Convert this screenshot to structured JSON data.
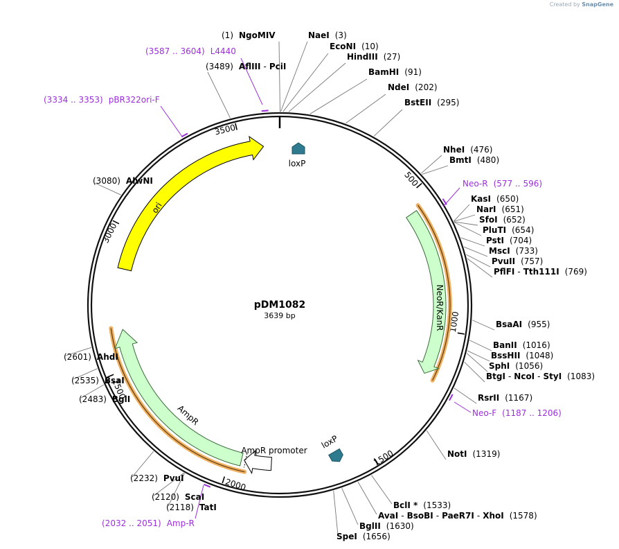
{
  "credit": {
    "created_by": "Created by",
    "brand": "SnapGene"
  },
  "plasmid": {
    "name": "pDM1082",
    "length_bp": 3639,
    "size_label": "3639 bp"
  },
  "colors": {
    "ori": "#ffff00",
    "neo": "#ccffcc",
    "loxp": "#2e7b8f",
    "primer": "#9b30d9",
    "highlight": "#f0b060"
  },
  "ticks": [
    "500",
    "1000",
    "1500",
    "2000",
    "2500",
    "3000",
    "3500"
  ],
  "features": [
    {
      "name": "ori",
      "label": "ori",
      "type": "origin"
    },
    {
      "name": "neo",
      "label": "NeoR/KanR",
      "type": "cds"
    },
    {
      "name": "amp",
      "label": "AmpR",
      "type": "cds"
    },
    {
      "name": "amp-promoter",
      "label": "AmpR promoter",
      "type": "promoter"
    },
    {
      "name": "loxp-1",
      "label": "loxP",
      "type": "protein_bind"
    },
    {
      "name": "loxp-2",
      "label": "loxP",
      "type": "protein_bind"
    }
  ],
  "sites": [
    {
      "pos": "(1)",
      "parts": [
        "NgoMIV"
      ]
    },
    {
      "pos": "(3)",
      "parts": [
        "NaeI"
      ]
    },
    {
      "pos": "(10)",
      "parts": [
        "EcoNI"
      ]
    },
    {
      "pos": "(27)",
      "parts": [
        "HindIII"
      ]
    },
    {
      "pos": "(91)",
      "parts": [
        "BamHI"
      ]
    },
    {
      "pos": "(202)",
      "parts": [
        "NdeI"
      ]
    },
    {
      "pos": "(295)",
      "parts": [
        "BstEII"
      ]
    },
    {
      "pos": "(476)",
      "parts": [
        "NheI"
      ]
    },
    {
      "pos": "(480)",
      "parts": [
        "BmtI"
      ]
    },
    {
      "pos": "(650)",
      "parts": [
        "KasI"
      ]
    },
    {
      "pos": "(651)",
      "parts": [
        "NarI"
      ]
    },
    {
      "pos": "(652)",
      "parts": [
        "SfoI"
      ]
    },
    {
      "pos": "(654)",
      "parts": [
        "PluTI"
      ]
    },
    {
      "pos": "(704)",
      "parts": [
        "PstI"
      ]
    },
    {
      "pos": "(733)",
      "parts": [
        "MscI"
      ]
    },
    {
      "pos": "(757)",
      "parts": [
        "PvuII"
      ]
    },
    {
      "pos": "(769)",
      "parts": [
        "PflFI",
        "Tth111I"
      ]
    },
    {
      "pos": "(955)",
      "parts": [
        "BsaAI"
      ]
    },
    {
      "pos": "(1016)",
      "parts": [
        "BanII"
      ]
    },
    {
      "pos": "(1048)",
      "parts": [
        "BssHII"
      ]
    },
    {
      "pos": "(1056)",
      "parts": [
        "SphI"
      ]
    },
    {
      "pos": "(1083)",
      "parts": [
        "BtgI",
        "NcoI",
        "StyI"
      ]
    },
    {
      "pos": "(1167)",
      "parts": [
        "RsrII"
      ]
    },
    {
      "pos": "(1319)",
      "parts": [
        "NotI"
      ]
    },
    {
      "pos": "(1533)",
      "parts": [
        "BclI *"
      ]
    },
    {
      "pos": "(1578)",
      "parts": [
        "AvaI",
        "BsoBI",
        "PaeR7I",
        "XhoI"
      ]
    },
    {
      "pos": "(1630)",
      "parts": [
        "BglII"
      ]
    },
    {
      "pos": "(1656)",
      "parts": [
        "SpeI"
      ]
    },
    {
      "pos": "(2118)",
      "parts": [
        "TatI"
      ]
    },
    {
      "pos": "(2120)",
      "parts": [
        "ScaI"
      ]
    },
    {
      "pos": "(2232)",
      "parts": [
        "PvuI"
      ]
    },
    {
      "pos": "(2483)",
      "parts": [
        "BglI"
      ]
    },
    {
      "pos": "(2535)",
      "parts": [
        "BsaI"
      ]
    },
    {
      "pos": "(2601)",
      "parts": [
        "AhdI"
      ]
    },
    {
      "pos": "(3080)",
      "parts": [
        "AlwNI"
      ]
    },
    {
      "pos": "(3489)",
      "parts": [
        "AflIII",
        "PciI"
      ]
    }
  ],
  "primers": [
    {
      "range": "(3587 .. 3604)",
      "name": "L4440"
    },
    {
      "range": "(3334 .. 3353)",
      "name": "pBR322ori-F"
    },
    {
      "range": "(577 .. 596)",
      "name": "Neo-R"
    },
    {
      "range": "(1187 .. 1206)",
      "name": "Neo-F"
    },
    {
      "range": "(2032 .. 2051)",
      "name": "Amp-R"
    }
  ]
}
